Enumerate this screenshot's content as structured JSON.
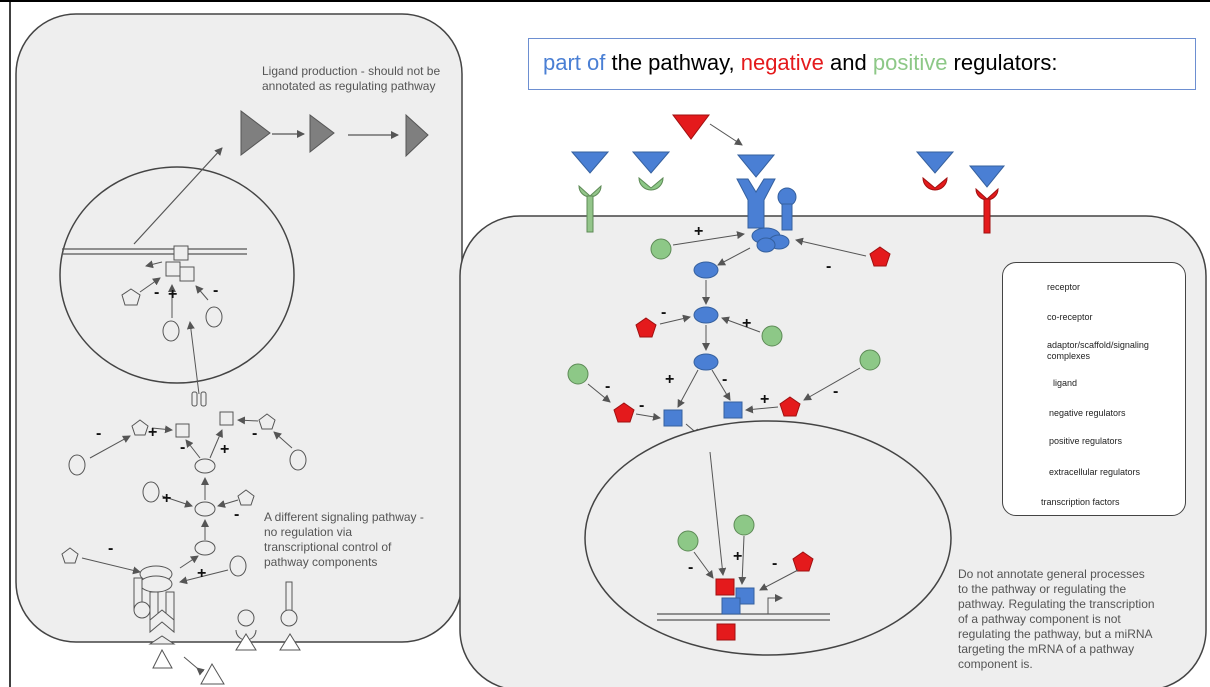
{
  "title": {
    "part1": "part of",
    "part2": " the pathway, ",
    "part3": "negative",
    "part4": " and ",
    "part5": "positive",
    "part6": " regulators:"
  },
  "colors": {
    "pathway_blue": "#4a7fd4",
    "negative_red": "#e41a1c",
    "positive_green": "#8dc887",
    "extracellular_green": "#93c58a",
    "cell_fill": "#eeeeee",
    "gray_ligand": "#7f7f7f"
  },
  "notes": {
    "ligand_production": "Ligand production - should not be annotated as regulating pathway",
    "different_pathway": "A different signaling pathway - no regulation via transcriptional control of pathway components",
    "general_processes": "Do not annotate general processes to the pathway or regulating the pathway. Regulating the transcription of a pathway component is not regulating the pathway, but a miRNA targeting the mRNA of a pathway component is."
  },
  "legend": [
    {
      "icon": "receptor-icon",
      "label": "receptor"
    },
    {
      "icon": "co-receptor-icon",
      "label": "co-receptor"
    },
    {
      "icon": "adaptor-complex-icon",
      "label": "adaptor/scaffold/signaling complexes"
    },
    {
      "icon": "ligand-icon",
      "label": "ligand"
    },
    {
      "icon": "pentagon-icon",
      "label": "negative regulators"
    },
    {
      "icon": "circle-icon",
      "label": "positive regulators"
    },
    {
      "icon": "cup-icon",
      "label": "extracellular regulators"
    },
    {
      "icon": "square-icon",
      "label": "transcription factors"
    }
  ],
  "signs": {
    "plus": "+",
    "minus": "-"
  }
}
